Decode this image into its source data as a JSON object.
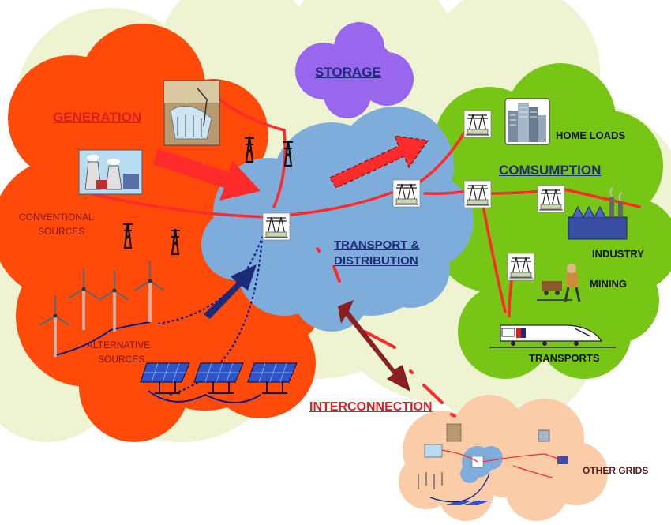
{
  "labels": {
    "generation": "GENERATION",
    "storage": "STORAGE",
    "conventional_line1": "CONVENTIONAL",
    "conventional_line2": "SOURCES",
    "alternative_line1": "ALTERNATIVE",
    "alternative_line2": "SOURCES",
    "transport_line1": "TRANSPORT &",
    "transport_line2": "DISTRIBUTION",
    "consumption": "COMSUMPTION",
    "home_loads": "HOME LOADS",
    "industry": "INDUSTRY",
    "mining": "MINING",
    "transports": "TRANSPORTS",
    "interconnection": "INTERCONNECTION",
    "other_grids": "OTHER GRIDS"
  },
  "colors": {
    "background_cloud": "#eef3d2",
    "generation_cloud": "#ff4a0a",
    "storage_cloud": "#9966ee",
    "transport_cloud": "#7eaddc",
    "consumption_cloud": "#77c616",
    "other_grids_cloud": "#fbcca8",
    "power_line": "#ff2a2a",
    "heading_red": "#d42020",
    "heading_navy": "#1c2a78",
    "label_dark": "#5a1e1e"
  },
  "icons": [
    "hydro-dam-icon",
    "power-plant-icon",
    "transmission-tower-icon",
    "substation-icon",
    "wind-turbine-icon",
    "solar-panel-icon",
    "city-buildings-icon",
    "factory-icon",
    "miner-icon",
    "train-icon",
    "arrow-icon"
  ]
}
